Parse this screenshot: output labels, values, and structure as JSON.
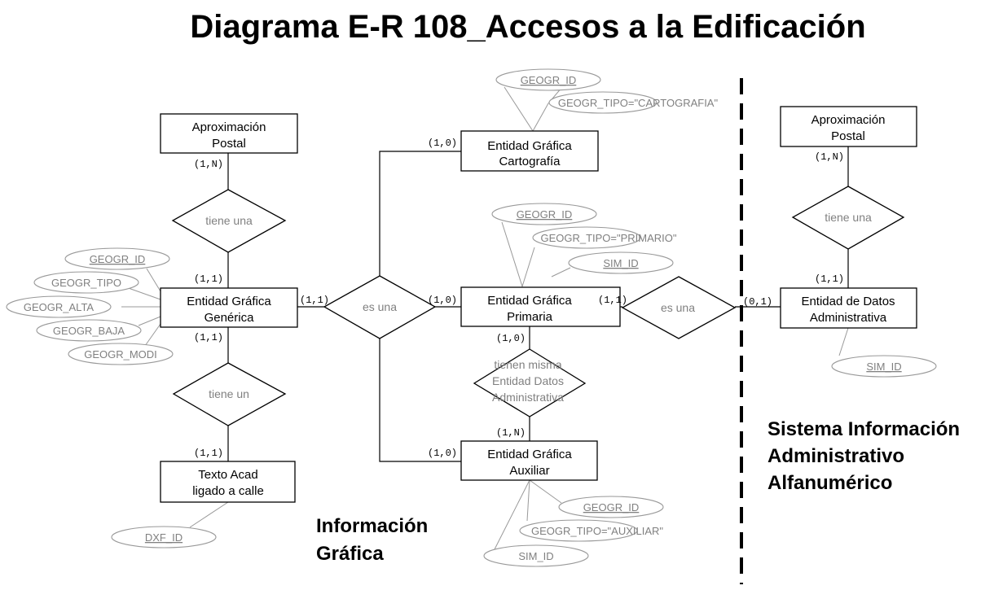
{
  "title": "Diagrama E-R 108_Accesos a la Edificación",
  "entities": {
    "aprox_postal_left": [
      "Aproximación",
      "Postal"
    ],
    "eg_generica": [
      "Entidad Gráfica",
      "Genérica"
    ],
    "texto_acad": [
      "Texto Acad",
      "ligado a calle"
    ],
    "eg_cartografia": [
      "Entidad Gráfica",
      "Cartografía"
    ],
    "eg_primaria": [
      "Entidad Gráfica",
      "Primaria"
    ],
    "eg_auxiliar": [
      "Entidad Gráfica",
      "Auxiliar"
    ],
    "aprox_postal_right": [
      "Aproximación",
      "Postal"
    ],
    "ed_administrativa": [
      "Entidad de Datos",
      "Administrativa"
    ]
  },
  "relationships": {
    "tiene_una_left": [
      "tiene una"
    ],
    "tiene_un": [
      "tiene un"
    ],
    "es_una_left": [
      "es una"
    ],
    "tienen_misma": [
      "tienen misma",
      "Entidad Datos",
      "Administrativa"
    ],
    "es_una_right": [
      "es una"
    ],
    "tiene_una_right": [
      "tiene una"
    ]
  },
  "attributes": {
    "gen_geogr_id": "GEOGR_ID",
    "gen_geogr_tipo": "GEOGR_TIPO",
    "gen_geogr_alta": "GEOGR_ALTA",
    "gen_geogr_baja": "GEOGR_BAJA",
    "gen_geogr_modi": "GEOGR_MODI",
    "txt_dxf_id": "DXF_ID",
    "car_geogr_id": "GEOGR_ID",
    "car_geogr_tipo": "GEOGR_TIPO=\"CARTOGRAFIA\"",
    "pri_geogr_id": "GEOGR_ID",
    "pri_geogr_tipo": "GEOGR_TIPO=\"PRIMARIO\"",
    "pri_sim_id": "SIM_ID",
    "aux_geogr_id": "GEOGR_ID",
    "aux_geogr_tipo": "GEOGR_TIPO=\"AUXILIAR\"",
    "aux_sim_id": "SIM_ID",
    "adm_sim_id": "SIM_ID"
  },
  "cardinalities": {
    "c_aprox_left": "(1,N)",
    "c_gen_top": "(1,1)",
    "c_gen_bottom": "(1,1)",
    "c_texto": "(1,1)",
    "c_gen_right": "(1,1)",
    "c_cartografia": "(1,0)",
    "c_primaria_left": "(1,0)",
    "c_auxiliar_left": "(1,0)",
    "c_primaria_bottom": "(1,0)",
    "c_auxiliar_top": "(1,N)",
    "c_primaria_right": "(1,1)",
    "c_admin_left": "(0,1)",
    "c_aprox_right": "(1,N)",
    "c_admin_top": "(1,1)"
  },
  "sections": {
    "grafica": [
      "Información",
      "Gráfica"
    ],
    "alfanumerico": [
      "Sistema Información",
      "Administrativo",
      "Alfanumérico"
    ]
  }
}
